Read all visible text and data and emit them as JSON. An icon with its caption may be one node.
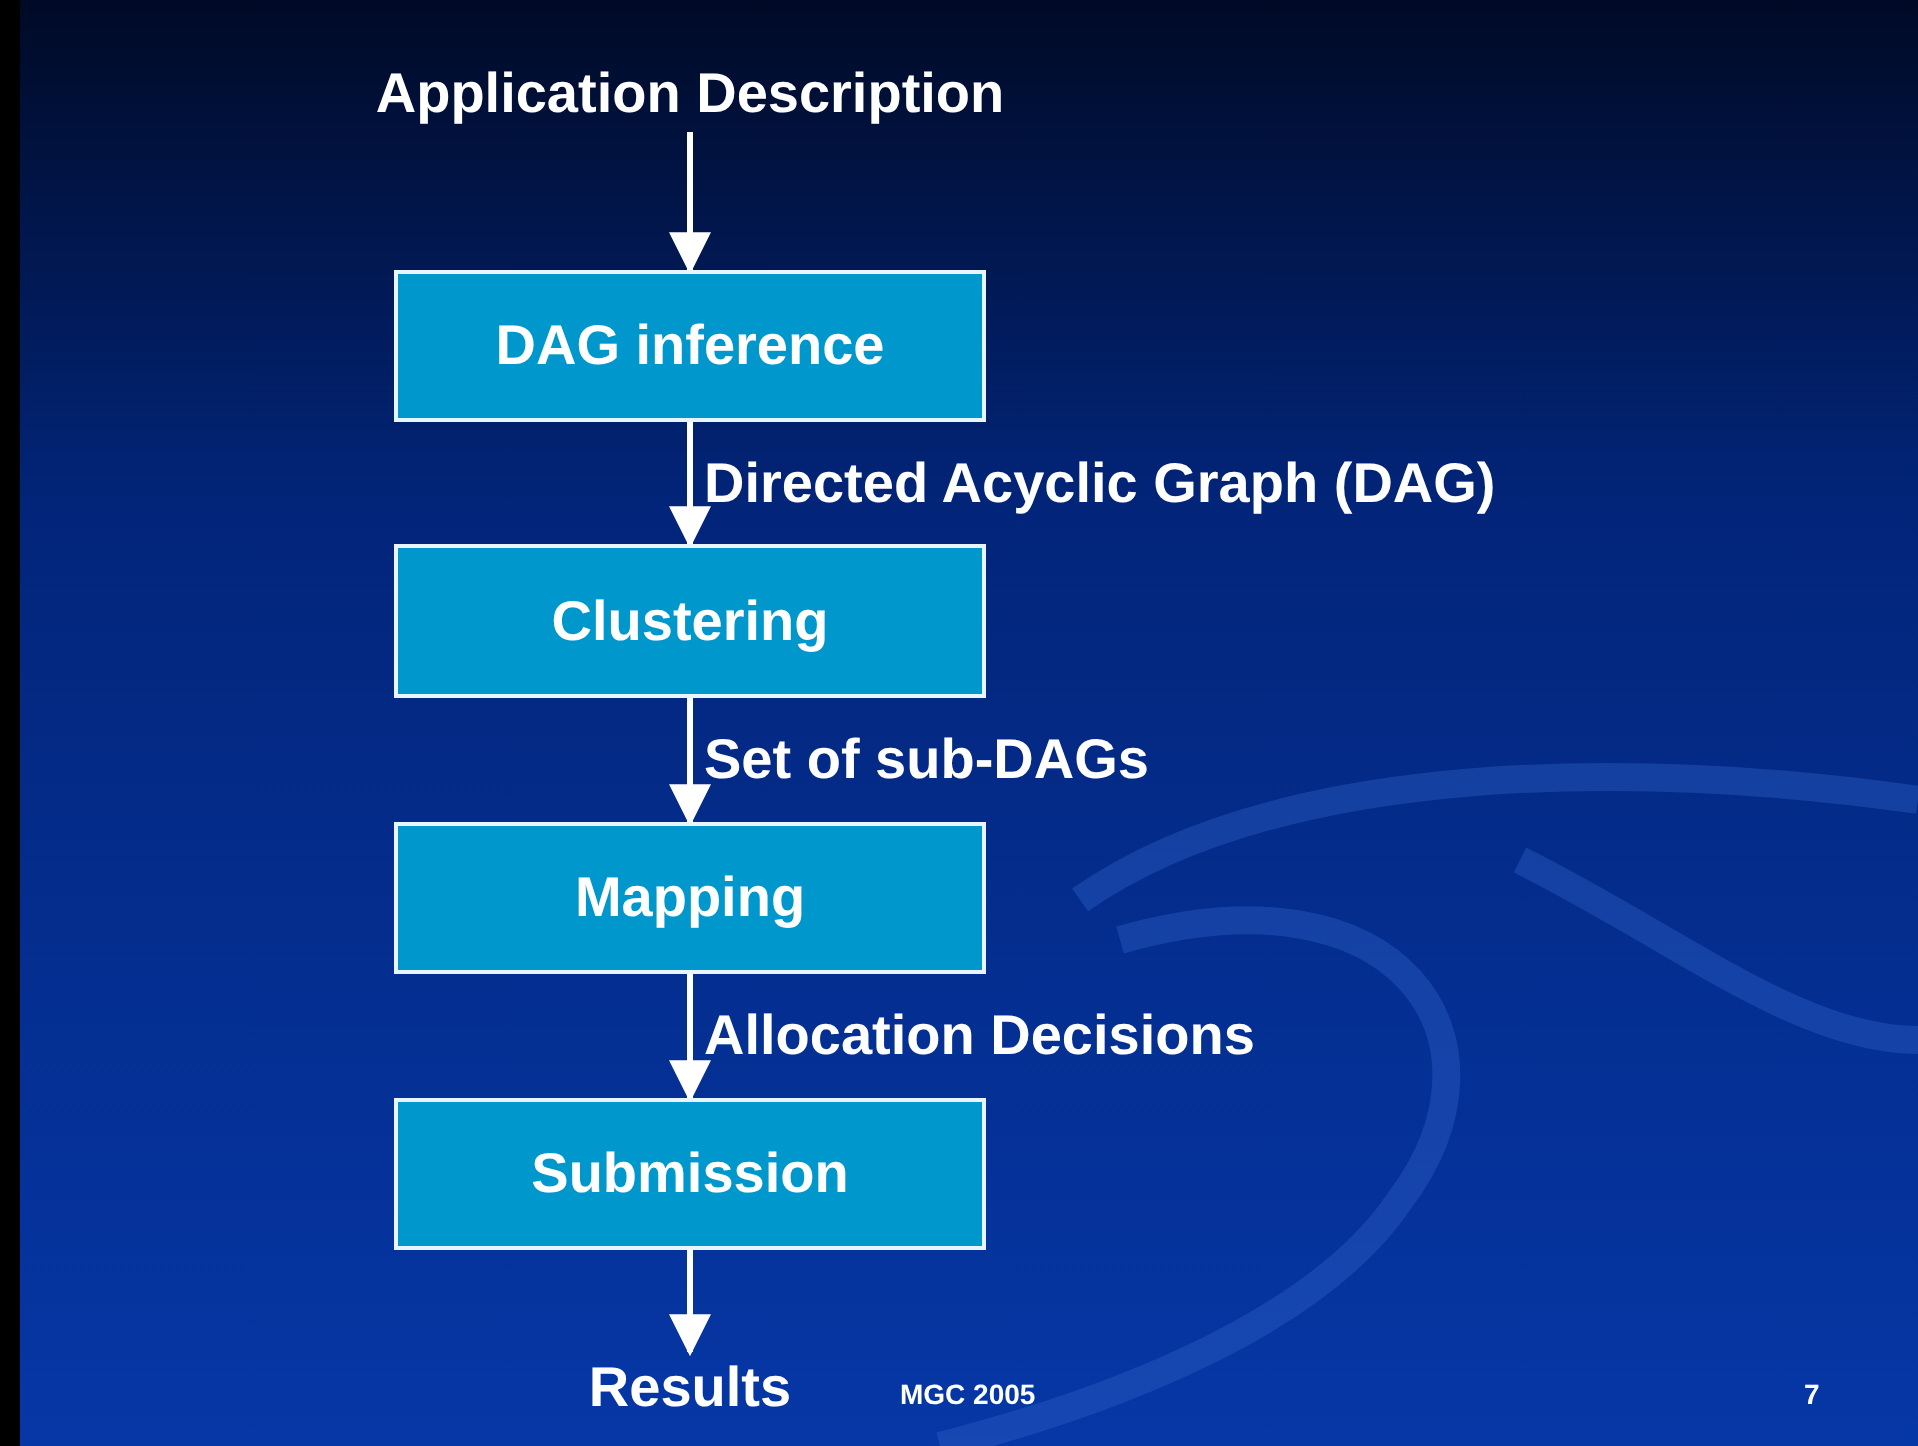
{
  "diagram": {
    "nodes": [
      {
        "text": [
          "Application Description"
        ]
      },
      {
        "text": [
          "DAG inference"
        ]
      },
      {
        "text": [
          "Clustering"
        ]
      },
      {
        "text": [
          "Mapping"
        ]
      },
      {
        "text": [
          "Submission"
        ]
      },
      {
        "text": [
          "Results"
        ]
      }
    ],
    "edges": [
      {
        "from": 0,
        "to": 1,
        "arrow": "to"
      },
      {
        "from": 1,
        "to": 2,
        "arrow": "to",
        "label": "Directed Acyclic Graph (DAG)"
      },
      {
        "from": 2,
        "to": 3,
        "arrow": "to",
        "label": "Set of sub-DAGs"
      },
      {
        "from": 3,
        "to": 4,
        "arrow": "to",
        "label": "Allocation Decisions"
      },
      {
        "from": 4,
        "to": 5,
        "arrow": "to"
      }
    ],
    "labels": [
      "MGC 2005",
      "7"
    ]
  }
}
